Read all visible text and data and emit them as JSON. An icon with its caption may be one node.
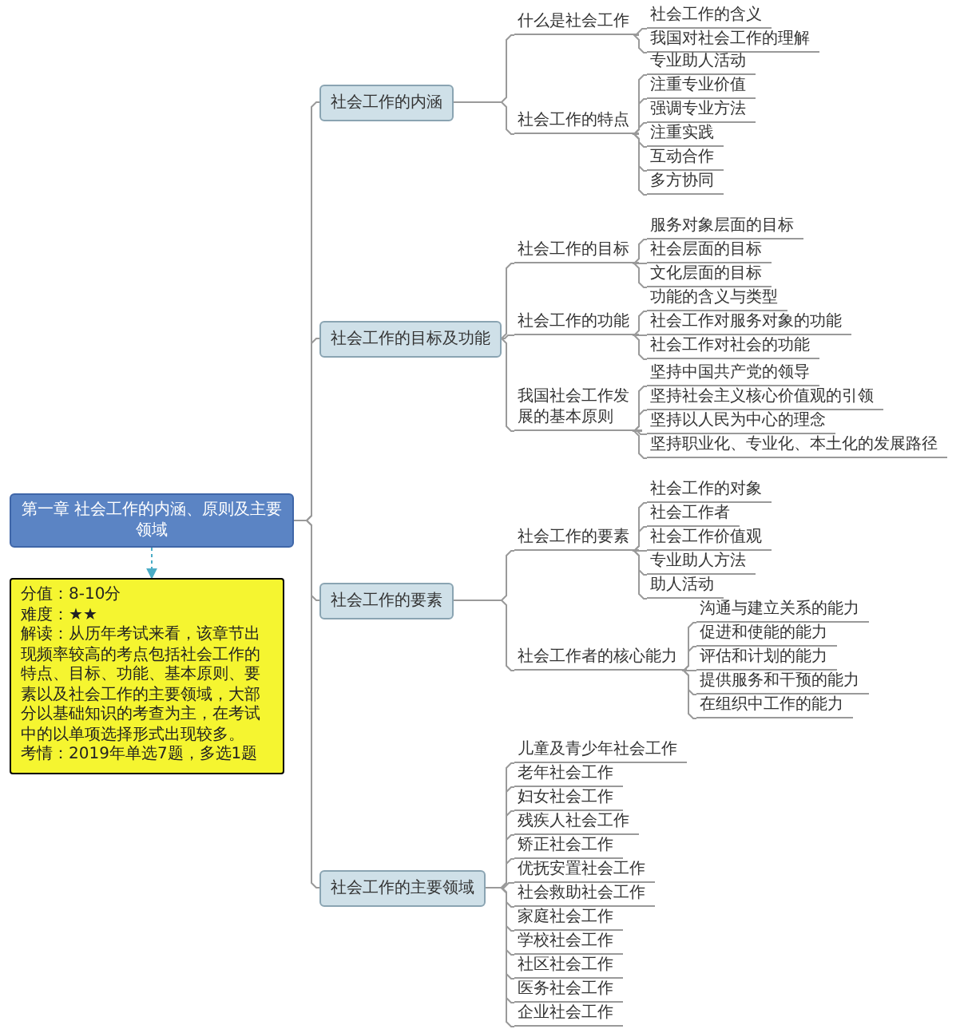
{
  "diagram": {
    "nodes": [
      {
        "text": [
          "第一章 社会工作的内涵、原则及主要领域"
        ]
      },
      {
        "text": [
          "分值：8-10分",
          "难度：★★",
          "解读：从历年考试来看，该章节出现频率较高的考点包括社会工作的特点、目标、功能、基本原则、要素以及社会工作的主要领域，大部分以基础知识的考查为主，在考试中的以单项选择形式出现较多。",
          "考情：2019年单选7题，多选1题"
        ]
      },
      {
        "text": [
          "社会工作的内涵"
        ]
      },
      {
        "text": [
          "什么是社会工作"
        ]
      },
      {
        "text": [
          "社会工作的含义"
        ]
      },
      {
        "text": [
          "我国对社会工作的理解"
        ]
      },
      {
        "text": [
          "社会工作的特点"
        ]
      },
      {
        "text": [
          "专业助人活动"
        ]
      },
      {
        "text": [
          "注重专业价值"
        ]
      },
      {
        "text": [
          "强调专业方法"
        ]
      },
      {
        "text": [
          "注重实践"
        ]
      },
      {
        "text": [
          "互动合作"
        ]
      },
      {
        "text": [
          "多方协同"
        ]
      },
      {
        "text": [
          "社会工作的目标及功能"
        ]
      },
      {
        "text": [
          "社会工作的目标"
        ]
      },
      {
        "text": [
          "服务对象层面的目标"
        ]
      },
      {
        "text": [
          "社会层面的目标"
        ]
      },
      {
        "text": [
          "文化层面的目标"
        ]
      },
      {
        "text": [
          "社会工作的功能"
        ]
      },
      {
        "text": [
          "功能的含义与类型"
        ]
      },
      {
        "text": [
          "社会工作对服务对象的功能"
        ]
      },
      {
        "text": [
          "社会工作对社会的功能"
        ]
      },
      {
        "text": [
          "我国社会工作发展的基本原则"
        ]
      },
      {
        "text": [
          "坚持中国共产党的领导"
        ]
      },
      {
        "text": [
          "坚持社会主义核心价值观的引领"
        ]
      },
      {
        "text": [
          "坚持以人民为中心的理念"
        ]
      },
      {
        "text": [
          "坚持职业化、专业化、本土化的发展路径"
        ]
      },
      {
        "text": [
          "社会工作的要素"
        ]
      },
      {
        "text": [
          "社会工作的要素"
        ]
      },
      {
        "text": [
          "社会工作的对象"
        ]
      },
      {
        "text": [
          "社会工作者"
        ]
      },
      {
        "text": [
          "社会工作价值观"
        ]
      },
      {
        "text": [
          "专业助人方法"
        ]
      },
      {
        "text": [
          "助人活动"
        ]
      },
      {
        "text": [
          "社会工作者的核心能力"
        ]
      },
      {
        "text": [
          "沟通与建立关系的能力"
        ]
      },
      {
        "text": [
          "促进和使能的能力"
        ]
      },
      {
        "text": [
          "评估和计划的能力"
        ]
      },
      {
        "text": [
          "提供服务和干预的能力"
        ]
      },
      {
        "text": [
          "在组织中工作的能力"
        ]
      },
      {
        "text": [
          "社会工作的主要领域"
        ]
      },
      {
        "text": [
          "儿童及青少年社会工作"
        ]
      },
      {
        "text": [
          "老年社会工作"
        ]
      },
      {
        "text": [
          "妇女社会工作"
        ]
      },
      {
        "text": [
          "残疾人社会工作"
        ]
      },
      {
        "text": [
          "矫正社会工作"
        ]
      },
      {
        "text": [
          "优抚安置社会工作"
        ]
      },
      {
        "text": [
          "社会救助社会工作"
        ]
      },
      {
        "text": [
          "家庭社会工作"
        ]
      },
      {
        "text": [
          "学校社会工作"
        ]
      },
      {
        "text": [
          "社区社会工作"
        ]
      },
      {
        "text": [
          "医务社会工作"
        ]
      },
      {
        "text": [
          "企业社会工作"
        ]
      }
    ],
    "edges": [
      {
        "from": 0,
        "to": 1,
        "arrow": "to",
        "style": "dashed",
        "color": "#4bacc6"
      },
      {
        "from": 0,
        "to": 2,
        "arrow": "none"
      },
      {
        "from": 2,
        "to": 3,
        "arrow": "none"
      },
      {
        "from": 3,
        "to": 4,
        "arrow": "none"
      },
      {
        "from": 3,
        "to": 5,
        "arrow": "none"
      },
      {
        "from": 2,
        "to": 6,
        "arrow": "none"
      },
      {
        "from": 6,
        "to": 7,
        "arrow": "none"
      },
      {
        "from": 6,
        "to": 8,
        "arrow": "none"
      },
      {
        "from": 6,
        "to": 9,
        "arrow": "none"
      },
      {
        "from": 6,
        "to": 10,
        "arrow": "none"
      },
      {
        "from": 6,
        "to": 11,
        "arrow": "none"
      },
      {
        "from": 6,
        "to": 12,
        "arrow": "none"
      },
      {
        "from": 0,
        "to": 13,
        "arrow": "none"
      },
      {
        "from": 13,
        "to": 14,
        "arrow": "none"
      },
      {
        "from": 14,
        "to": 15,
        "arrow": "none"
      },
      {
        "from": 14,
        "to": 16,
        "arrow": "none"
      },
      {
        "from": 14,
        "to": 17,
        "arrow": "none"
      },
      {
        "from": 13,
        "to": 18,
        "arrow": "none"
      },
      {
        "from": 18,
        "to": 19,
        "arrow": "none"
      },
      {
        "from": 18,
        "to": 20,
        "arrow": "none"
      },
      {
        "from": 18,
        "to": 21,
        "arrow": "none"
      },
      {
        "from": 13,
        "to": 22,
        "arrow": "none"
      },
      {
        "from": 22,
        "to": 23,
        "arrow": "none"
      },
      {
        "from": 22,
        "to": 24,
        "arrow": "none"
      },
      {
        "from": 22,
        "to": 25,
        "arrow": "none"
      },
      {
        "from": 22,
        "to": 26,
        "arrow": "none"
      },
      {
        "from": 0,
        "to": 27,
        "arrow": "none"
      },
      {
        "from": 27,
        "to": 28,
        "arrow": "none"
      },
      {
        "from": 28,
        "to": 29,
        "arrow": "none"
      },
      {
        "from": 28,
        "to": 30,
        "arrow": "none"
      },
      {
        "from": 28,
        "to": 31,
        "arrow": "none"
      },
      {
        "from": 28,
        "to": 32,
        "arrow": "none"
      },
      {
        "from": 28,
        "to": 33,
        "arrow": "none"
      },
      {
        "from": 27,
        "to": 34,
        "arrow": "none"
      },
      {
        "from": 34,
        "to": 35,
        "arrow": "none"
      },
      {
        "from": 34,
        "to": 36,
        "arrow": "none"
      },
      {
        "from": 34,
        "to": 37,
        "arrow": "none"
      },
      {
        "from": 34,
        "to": 38,
        "arrow": "none"
      },
      {
        "from": 34,
        "to": 39,
        "arrow": "none"
      },
      {
        "from": 0,
        "to": 40,
        "arrow": "none"
      },
      {
        "from": 40,
        "to": 41,
        "arrow": "none"
      },
      {
        "from": 40,
        "to": 42,
        "arrow": "none"
      },
      {
        "from": 40,
        "to": 43,
        "arrow": "none"
      },
      {
        "from": 40,
        "to": 44,
        "arrow": "none"
      },
      {
        "from": 40,
        "to": 45,
        "arrow": "none"
      },
      {
        "from": 40,
        "to": 46,
        "arrow": "none"
      },
      {
        "from": 40,
        "to": 47,
        "arrow": "none"
      },
      {
        "from": 40,
        "to": 48,
        "arrow": "none"
      },
      {
        "from": 40,
        "to": 49,
        "arrow": "none"
      },
      {
        "from": 40,
        "to": 50,
        "arrow": "none"
      },
      {
        "from": 40,
        "to": 51,
        "arrow": "none"
      },
      {
        "from": 40,
        "to": 52,
        "arrow": "none"
      }
    ]
  }
}
